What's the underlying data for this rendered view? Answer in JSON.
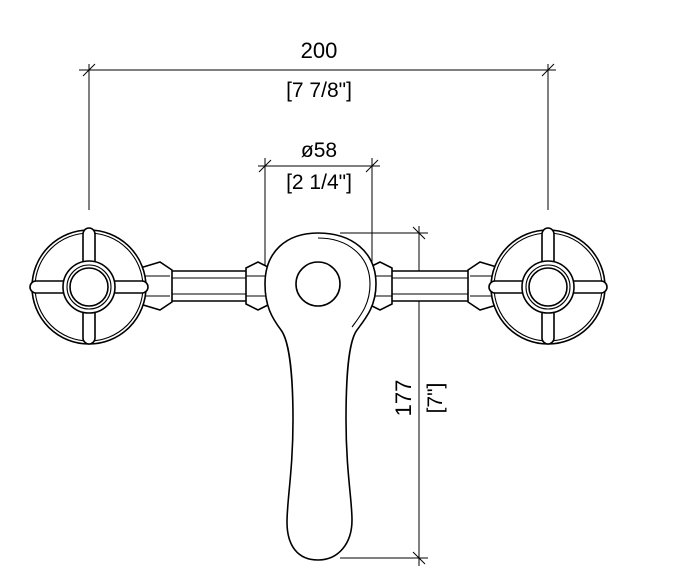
{
  "dimensions": {
    "overall_width": {
      "metric": "200",
      "imperial": "[7 7/8\"]"
    },
    "diameter": {
      "metric": "ø58",
      "imperial": "[2 1/4\"]"
    },
    "height": {
      "metric": "177",
      "imperial": "[7\"]"
    }
  },
  "colors": {
    "line": "#000000",
    "background": "#ffffff"
  }
}
